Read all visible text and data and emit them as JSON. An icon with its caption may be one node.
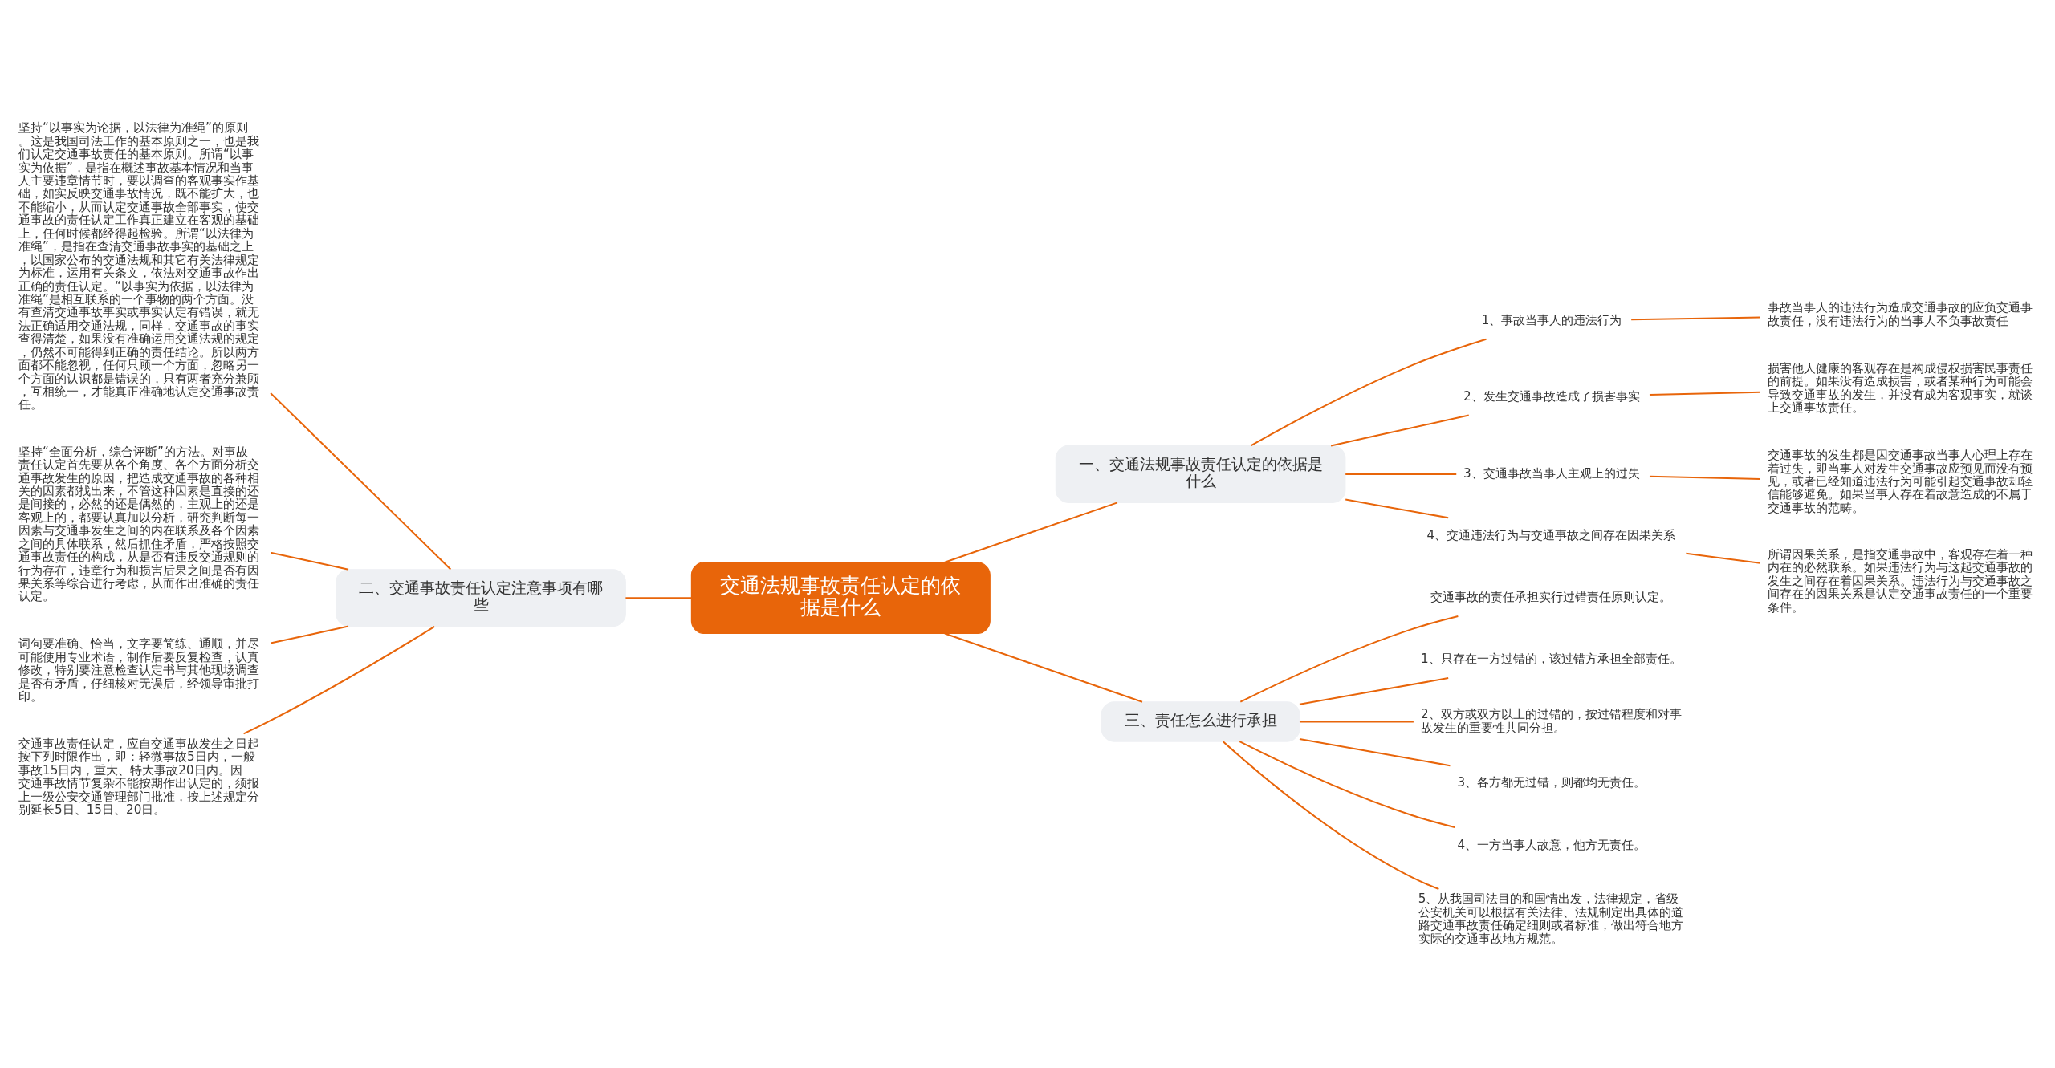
{
  "diagram": {
    "nodes": [
      {
        "text": [
          "交通法规事故责任认定的依据是什么"
        ]
      },
      {
        "text": [
          "一、交通法规事故责任认定的依据是什么"
        ]
      },
      {
        "text": [
          "1、事故当事人的违法行为"
        ]
      },
      {
        "text": [
          "事故当事人的违法行为造成交通事故的应负交通事故责任，没有违法行为的当事人不负事故责任"
        ]
      },
      {
        "text": [
          "2、发生交通事故造成了损害事实"
        ]
      },
      {
        "text": [
          "损害他人健康的客观存在是构成侵权损害民事责任的前提。如果没有造成损害，或者某种行为可能会导致交通事故的发生，并没有成为客观事实，就谈上交通事故责任。"
        ]
      },
      {
        "text": [
          "3、交通事故当事人主观上的过失"
        ]
      },
      {
        "text": [
          "交通事故的发生都是因交通事故当事人心理上存在着过失，即当事人对发生交通事故应预见而没有预见，或者已经知道违法行为可能引起交通事故却轻信能够避免。如果当事人存在着故意造成的不属于交通事故的范畴。"
        ]
      },
      {
        "text": [
          "4、交通违法行为与交通事故之间存在因果关系"
        ]
      },
      {
        "text": [
          "所谓因果关系，是指交通事故中，客观存在着一种内在的必然联系。如果违法行为与这起交通事故的发生之间存在着因果关系。违法行为与交通事故之间存在的因果关系是认定交通事故责任的一个重要条件。"
        ]
      },
      {
        "text": [
          "二、交通事故责任认定注意事项有哪些"
        ]
      },
      {
        "text": [
          "坚持“以事实为论据，以法律为准绳”的原则。这是我国司法工作的基本原则之一，也是我们认定交通事故责任的基本原则。所谓“以事实为依据”，是指在概述事故基本情况和当事人主要违章情节时，要以调查的客观事实作基础，如实反映交通事故情况，既不能扩大，也不能缩小，从而认定交通事故全部事实，使交通事故的责任认定工作真正建立在客观的基础上，任何时候都经得起检验。所谓“以法律为准绳”，是指在查清交通事故事实的基础之上，以国家公布的交通法规和其它有关法律规定为标准，运用有关条文，依法对交通事故作出正确的责任认定。“以事实为依据，以法律为准绳”是相互联系的一个事物的两个方面。没有查清交通事故事实或事实认定有错误，就无法正确适用交通法规，同样，交通事故的事实查得清楚，如果没有准确运用交通法规的规定，仍然不可能得到正确的责任结论。所以两方面都不能忽视，任何只顾一个方面，忽略另一个方面的认识都是错误的，只有两者充分兼顾，互相统一，才能真正准确地认定交通事故责任。"
        ]
      },
      {
        "text": [
          "坚持“全面分析，综合评断”的方法。对事故责任认定首先要从各个角度、各个方面分析交通事故发生的原因，把造成交通事故的各种相关的因素都找出来，不管这种因素是直接的还是间接的，必然的还是偶然的，主观上的还是客观上的，都要认真加以分析，研究判断每一因素与交通事发生之间的内在联系及各个因素之间的具体联系，然后抓住矛盾，严格按照交通事故责任的构成，从是否有违反交通规则的行为存在，违章行为和损害后果之间是否有因果关系等综合进行考虑，从而作出准确的责任认定。"
        ]
      },
      {
        "text": [
          "词句要准确、恰当，文字要简练、通顺，并尽可能使用专业术语，制作后要反复检查，认真修改，特别要注意检查认定书与其他现场调查是否有矛盾，仔细核对无误后，经领导审批打印。"
        ]
      },
      {
        "text": [
          "交通事故责任认定，应自交通事故发生之日起按下列时限作出，即：轻微事故5日内，一般事故15日内，重大、特大事故20日内。因交通事故情节复杂不能按期作出认定的，须报上一级公安交通管理部门批准，按上述规定分别延长5日、15日、20日。"
        ]
      },
      {
        "text": [
          "三、责任怎么进行承担"
        ]
      },
      {
        "text": [
          "交通事故的责任承担实行过错责任原则认定。"
        ]
      },
      {
        "text": [
          "1、只存在一方过错的，该过错方承担全部责任。"
        ]
      },
      {
        "text": [
          "2、双方或双方以上的过错的，按过错程度和对事故发生的重要性共同分担。"
        ]
      },
      {
        "text": [
          "3、各方都无过错，则都均无责任。"
        ]
      },
      {
        "text": [
          "4、一方当事人故意，他方无责任。"
        ]
      },
      {
        "text": [
          "5、从我国司法目的和国情出发，法律规定，省级公安机关可以根据有关法律、法规制定出具体的道路交通事故责任确定细则或者标准，做出符合地方实际的交通事故地方规范。"
        ]
      }
    ],
    "edges": [
      {
        "from": 0,
        "to": 1,
        "arrow": "none"
      },
      {
        "from": 1,
        "to": 2,
        "arrow": "none"
      },
      {
        "from": 2,
        "to": 3,
        "arrow": "none"
      },
      {
        "from": 1,
        "to": 4,
        "arrow": "none"
      },
      {
        "from": 4,
        "to": 5,
        "arrow": "none"
      },
      {
        "from": 1,
        "to": 6,
        "arrow": "none"
      },
      {
        "from": 6,
        "to": 7,
        "arrow": "none"
      },
      {
        "from": 1,
        "to": 8,
        "arrow": "none"
      },
      {
        "from": 8,
        "to": 9,
        "arrow": "none"
      },
      {
        "from": 0,
        "to": 10,
        "arrow": "none"
      },
      {
        "from": 10,
        "to": 11,
        "arrow": "none"
      },
      {
        "from": 10,
        "to": 12,
        "arrow": "none"
      },
      {
        "from": 10,
        "to": 13,
        "arrow": "none"
      },
      {
        "from": 10,
        "to": 14,
        "arrow": "none"
      },
      {
        "from": 0,
        "to": 15,
        "arrow": "none"
      },
      {
        "from": 15,
        "to": 16,
        "arrow": "none"
      },
      {
        "from": 15,
        "to": 17,
        "arrow": "none"
      },
      {
        "from": 15,
        "to": 18,
        "arrow": "none"
      },
      {
        "from": 15,
        "to": 19,
        "arrow": "none"
      },
      {
        "from": 15,
        "to": 20,
        "arrow": "none"
      },
      {
        "from": 15,
        "to": 21,
        "arrow": "none"
      }
    ]
  }
}
